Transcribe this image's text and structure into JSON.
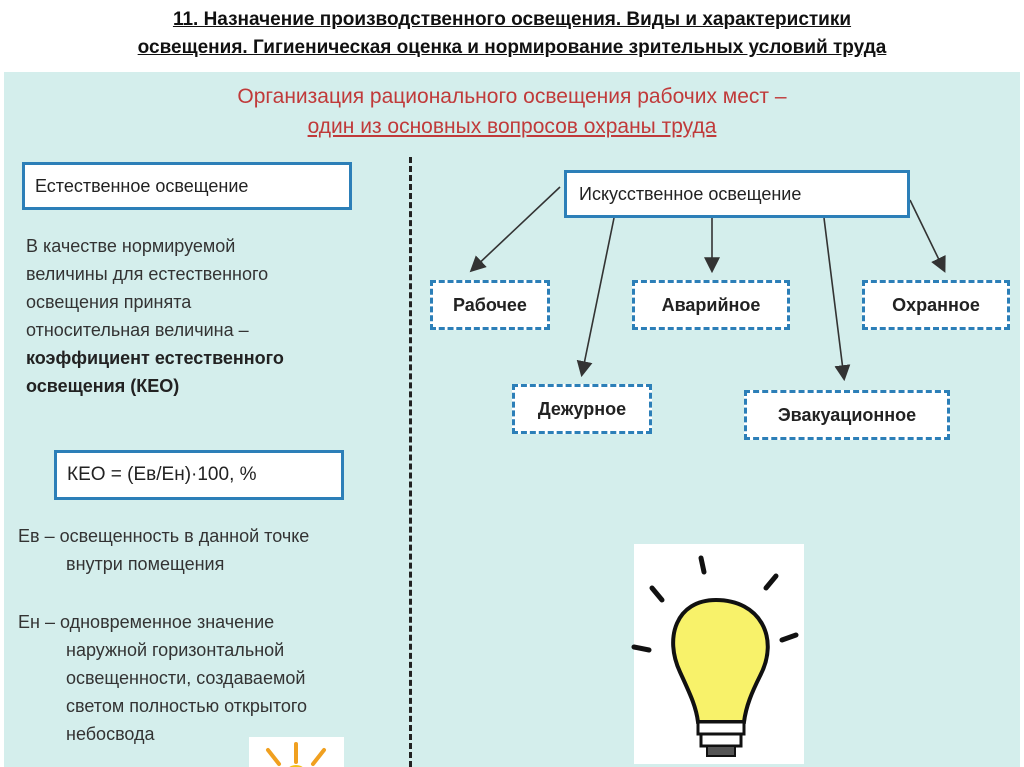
{
  "header": {
    "title_line1": "11. Назначение производственного освещения. Виды и характеристики",
    "title_line2": "освещения. Гигиеническая оценка и нормирование зрительных условий труда"
  },
  "slide": {
    "heading_line1": "Организация рационального освещения рабочих мест –",
    "heading_line2": "один из основных вопросов охраны труда",
    "natural": {
      "box_label": "Естественное освещение",
      "para_lines": [
        "В качестве нормируемой",
        "величины для естественного",
        "освещения принята",
        "относительная величина –"
      ],
      "para_bold_lines": [
        "коэффициент естественного",
        "освещения (КЕО)"
      ],
      "formula": "КЕО = (Ев/Ен)·100, %",
      "legend": [
        {
          "term": "Ев",
          "dash": "–",
          "lines": [
            "освещенность в данной точке",
            "внутри помещения"
          ]
        },
        {
          "term": "Ен",
          "dash": "–",
          "lines": [
            "одновременное значение",
            "наружной горизонтальной",
            "освещенности, создаваемой",
            "светом полностью открытого",
            "небосвода"
          ]
        }
      ]
    },
    "artificial": {
      "box_label": "Искусственное освещение",
      "types": [
        "Рабочее",
        "Аварийное",
        "Охранное",
        "Дежурное",
        "Эвакуационное"
      ]
    },
    "colors": {
      "background": "#d4eeec",
      "box_border": "#2c7fb8",
      "heading_red": "#c03a3a",
      "bulb_yellow": "#f8f26a"
    },
    "icons": [
      "lightbulb-icon",
      "sun-icon"
    ]
  }
}
